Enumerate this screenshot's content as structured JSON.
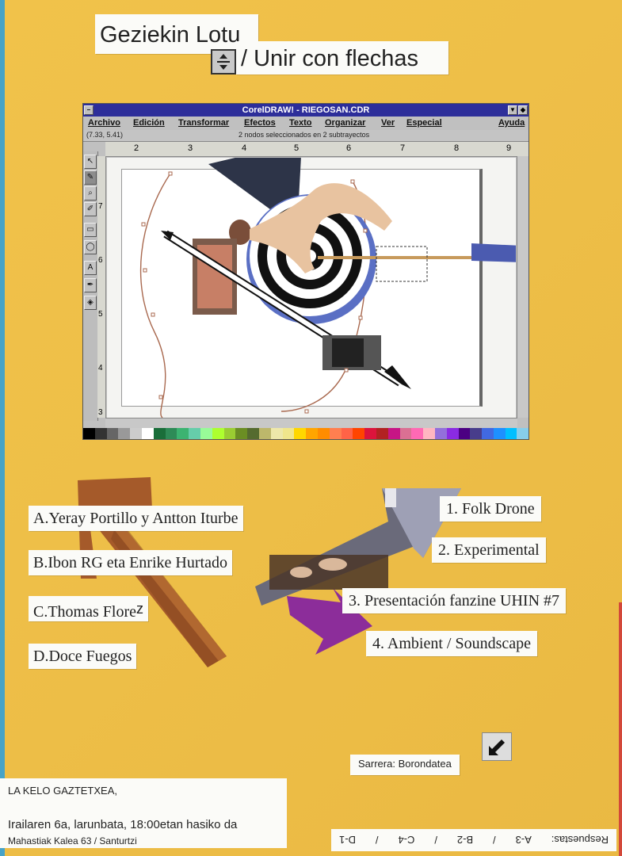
{
  "title": {
    "line1": "Geziekin Lotu",
    "line2": "/ Unir con flechas"
  },
  "window": {
    "title": "CorelDRAW! - RIEGOSAN.CDR",
    "coords": "(7.33, 5.41)",
    "status": "2 nodos seleccionados en 2 subtrayectos",
    "menu": [
      "Archivo",
      "Edición",
      "Transformar",
      "Efectos",
      "Texto",
      "Organizar",
      "Ver",
      "Especial",
      "Ayuda"
    ],
    "ruler_top": [
      "2",
      "3",
      "4",
      "5",
      "6",
      "7",
      "8",
      "9"
    ],
    "ruler_left": [
      "7",
      "6",
      "5",
      "4",
      "3"
    ],
    "palette": [
      "#000000",
      "#333333",
      "#666666",
      "#999999",
      "#cccccc",
      "#ffffff",
      "#1a6e3a",
      "#2e8b57",
      "#3cb371",
      "#66cdaa",
      "#98fb98",
      "#adff2f",
      "#9acd32",
      "#6b8e23",
      "#556b2f",
      "#bdb76b",
      "#eee8aa",
      "#f0e68c",
      "#ffd700",
      "#ffa500",
      "#ff8c00",
      "#ff7f50",
      "#ff6347",
      "#ff4500",
      "#dc143c",
      "#b22222",
      "#c71585",
      "#db7093",
      "#ff69b4",
      "#ffb6c1",
      "#9370db",
      "#8a2be2",
      "#4b0082",
      "#483d8b",
      "#4169e1",
      "#1e90ff",
      "#00bfff",
      "#87ceeb"
    ]
  },
  "bands": [
    {
      "id": "A",
      "label": "A.Yeray Portillo y Antton Iturbe"
    },
    {
      "id": "B",
      "label": "B.Ibon RG eta Enrike Hurtado"
    },
    {
      "id": "C",
      "label": "C.Thomas Flore"
    },
    {
      "id": "D",
      "label": "D.Doce Fuegos"
    }
  ],
  "band_c_suffix": "z",
  "genres": [
    {
      "id": "1",
      "label": "1. Folk Drone"
    },
    {
      "id": "2",
      "label": "2. Experimental"
    },
    {
      "id": "3",
      "label": "3. Presentación fanzine UHIN #7"
    },
    {
      "id": "4",
      "label": "4. Ambient / Soundscape"
    }
  ],
  "entry": "Sarrera: Borondatea",
  "venue": {
    "name": "LA KELO GAZTETXEA,",
    "date": "Irailaren 6a, larunbata, 18:00etan hasiko da",
    "address": "Mahastiak Kalea 63 / Santurtzi"
  },
  "answers": {
    "label": "Respuestas:",
    "items": [
      "A-3",
      "/",
      "B-2",
      "/",
      "C-4",
      "/",
      "D-1"
    ]
  },
  "colors": {
    "paper": "#eebf48",
    "title_bar": "#2d2e9a",
    "brown_arrow": "#a55a2a",
    "purple_arrow": "#8c2d9a",
    "blue_arrow": "#4b5bb0"
  }
}
